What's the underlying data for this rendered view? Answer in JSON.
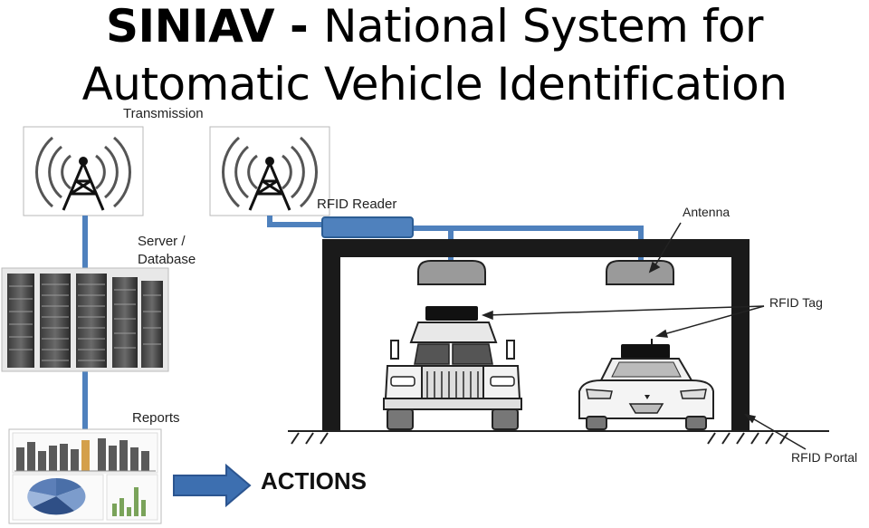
{
  "title": {
    "line1_bold": "SINIAV",
    "line1_sep": " - ",
    "line1_rest": "National System for",
    "line2": "Automatic Vehicle Identification"
  },
  "labels": {
    "transmission": "Transmission",
    "rfid_reader": "RFID Reader",
    "antenna": "Antenna",
    "server_line1": "Server /",
    "server_line2": "Database",
    "rfid_tag": "RFID Tag",
    "reports": "Reports",
    "rfid_portal": "RFID Portal",
    "actions": "ACTIONS"
  },
  "colors": {
    "cable": "#4f81bd",
    "portal": "#1a1a1a",
    "antenna_dome": "#9a9a9a",
    "arrow": "#3d6fb0"
  },
  "icons": [
    "radio-tower-icon",
    "server-rack-icon",
    "report-chart-icon",
    "truck-icon",
    "car-icon"
  ]
}
